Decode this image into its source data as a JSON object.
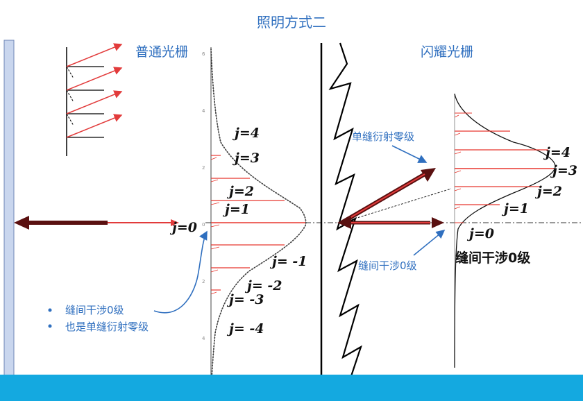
{
  "title": "照明方式二",
  "left_panel": {
    "title": "普通光栅",
    "orders": [
      "j=4",
      "j=3",
      "j=2",
      "j=1",
      "j=0",
      "j= -1",
      "j= -2",
      "j= -3",
      "j= -4"
    ],
    "notes": [
      "缝间干涉0级",
      "也是单缝衍射零级"
    ]
  },
  "right_panel": {
    "title": "闪耀光栅",
    "orders": [
      "j=4",
      "j=3",
      "j=2",
      "j=1",
      "j=0"
    ],
    "note_single_slit": "单缝衍射零级",
    "note_interference_blue": "缝间干涉0级",
    "note_interference_black": "缝间干涉0级"
  },
  "colors": {
    "title_blue": "#2F6FBF",
    "arrow_red": "#E23B3B",
    "arrow_dark": "#5A1010",
    "pattern_red": "#E8362E",
    "bottom_bar": "#14A9E0"
  }
}
